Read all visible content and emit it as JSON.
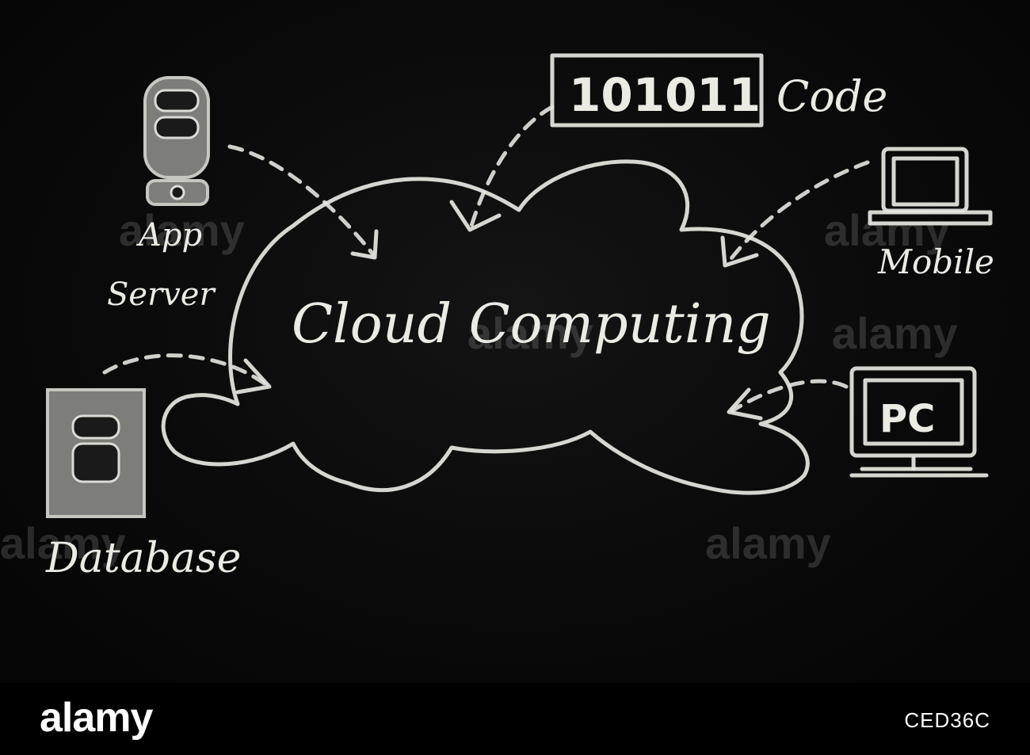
{
  "diagram": {
    "center_label": "Cloud Computing",
    "nodes": {
      "app_server": {
        "line1": "App",
        "line2": "Server"
      },
      "code": {
        "binary": "101011",
        "label": "Code"
      },
      "mobile": {
        "label": "Mobile"
      },
      "database": {
        "label": "Database"
      },
      "pc": {
        "screen_text": "PC"
      }
    }
  },
  "watermark": {
    "text": "alamy"
  },
  "footer": {
    "brand": "alamy",
    "image_id": "CED36C"
  },
  "colors": {
    "chalkboard": "#0a0a0a",
    "chalk": "#e6e6e0",
    "footer_bg": "#000000"
  }
}
